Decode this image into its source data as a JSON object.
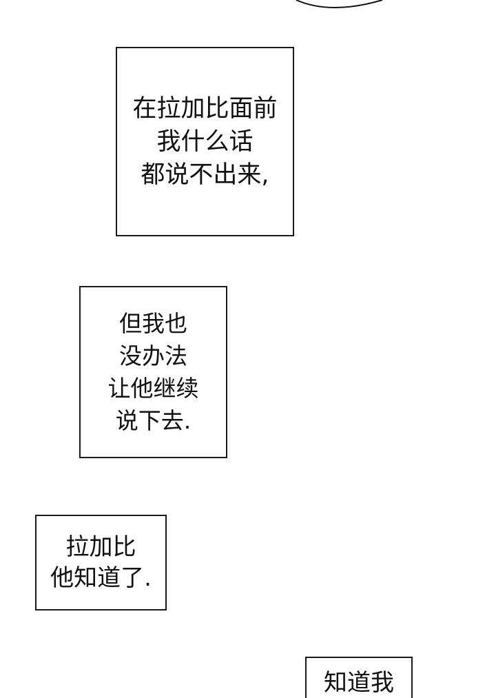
{
  "panels": [
    {
      "lines": [
        "在拉加比面前",
        "我什么话",
        "都说不出来,"
      ]
    },
    {
      "lines": [
        "但我也",
        "没办法",
        "让他继续",
        "说下去."
      ]
    },
    {
      "lines": [
        "拉加比",
        "他知道了."
      ]
    },
    {
      "lines": [
        "知道我"
      ]
    }
  ]
}
